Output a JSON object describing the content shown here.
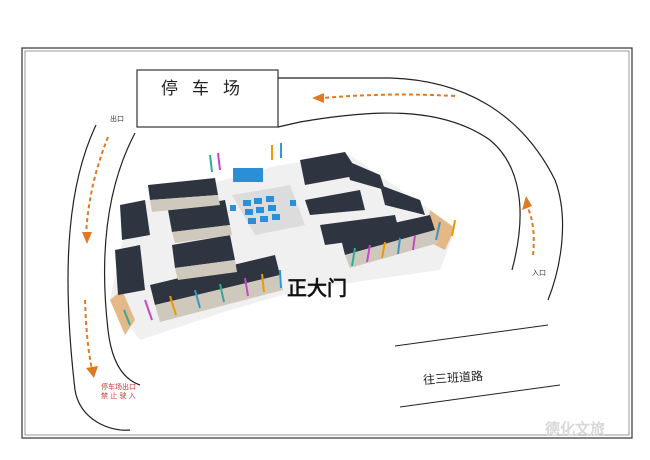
{
  "parking": {
    "label": "停车场"
  },
  "exit": {
    "label": "出口"
  },
  "entry": {
    "label": "入口"
  },
  "parking_exit_notice": {
    "line1": "停车场出口",
    "line2": "禁 止 驶 入"
  },
  "main_gate": {
    "label": "正大门"
  },
  "road": {
    "label": "往三班道路"
  },
  "watermark": {
    "text": "德化文旅"
  },
  "colors": {
    "arrow": "#e07a22",
    "roof": "#2e3440",
    "plaza": "#2a8fd6",
    "pad": "#e3b987"
  }
}
